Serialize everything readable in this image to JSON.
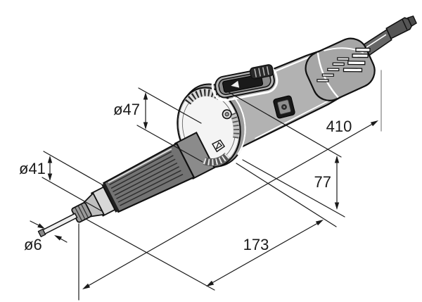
{
  "drawing": {
    "name": "straight-die-grinder-dimension-drawing",
    "labels": {
      "front_collar_diameter": "ø47",
      "grip_diameter": "ø41",
      "collet_diameter": "ø6",
      "total_length": "410",
      "body_height": "77",
      "front_section_length": "173"
    },
    "colors": {
      "line": "#1a1a1a",
      "body_gray": "#b2b2b2",
      "cap_gray": "#a6a6a6",
      "grip_gray": "#737373",
      "cable_gray": "#666666",
      "face_white": "#f4f4f4",
      "background": "#ffffff"
    }
  }
}
